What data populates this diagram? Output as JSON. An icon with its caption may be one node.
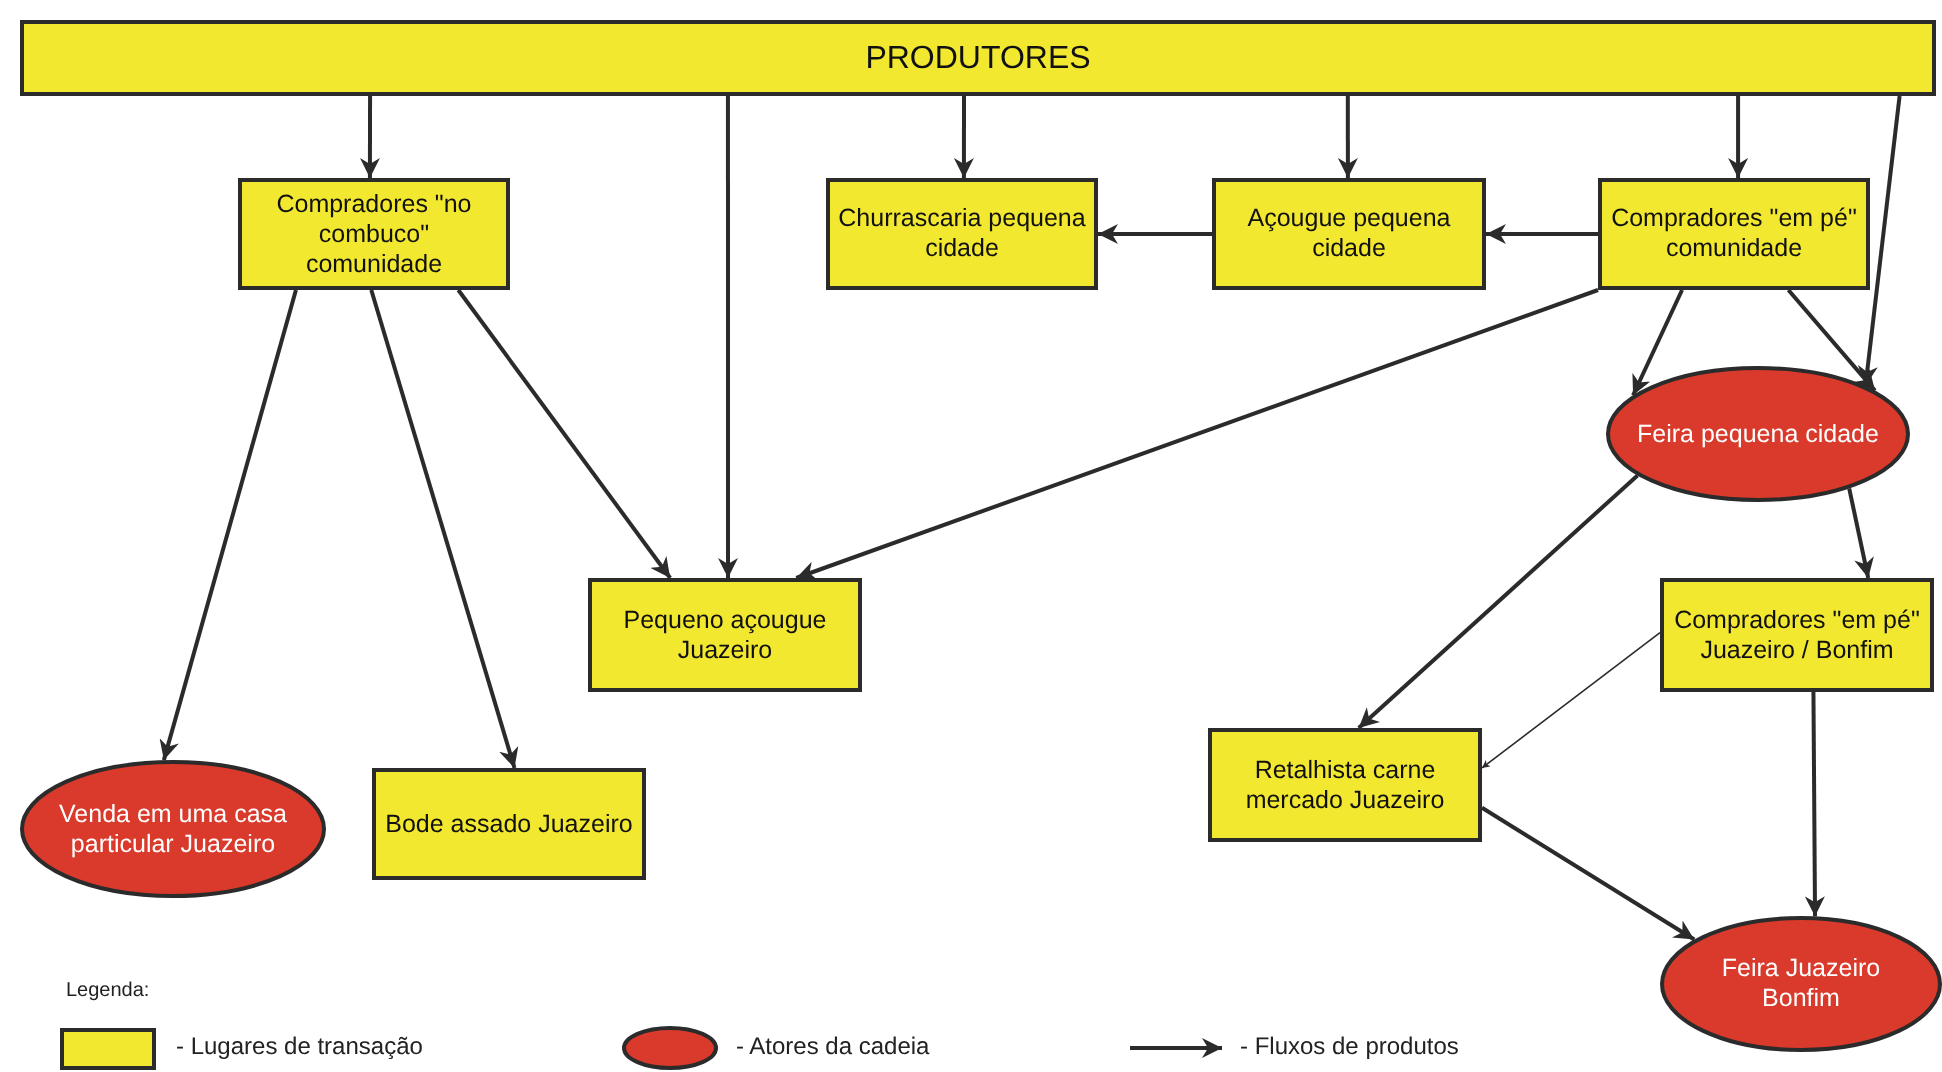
{
  "diagram": {
    "nodes": [
      {
        "text": [
          "PRODUTORES"
        ]
      },
      {
        "text": [
          "Compradores \"no combuco\" comunidade"
        ]
      },
      {
        "text": [
          "Churrascaria pequena cidade"
        ]
      },
      {
        "text": [
          "Açougue pequena cidade"
        ]
      },
      {
        "text": [
          "Compradores \"em pé\" comunidade"
        ]
      },
      {
        "text": [
          "Feira pequena cidade"
        ]
      },
      {
        "text": [
          "Pequeno açougue Juazeiro"
        ]
      },
      {
        "text": [
          "Compradores \"em pé\" Juazeiro / Bonfim"
        ]
      },
      {
        "text": [
          "Venda em uma casa particular Juazeiro"
        ]
      },
      {
        "text": [
          "Bode assado Juazeiro"
        ]
      },
      {
        "text": [
          "Retalhista carne mercado Juazeiro"
        ]
      },
      {
        "text": [
          "Feira Juazeiro Bonfim"
        ]
      }
    ],
    "edges": [
      {
        "from": 0,
        "to": 1,
        "arrow": "to"
      },
      {
        "from": 0,
        "to": 6,
        "arrow": "to"
      },
      {
        "from": 0,
        "to": 2,
        "arrow": "to"
      },
      {
        "from": 0,
        "to": 3,
        "arrow": "to"
      },
      {
        "from": 0,
        "to": 4,
        "arrow": "to"
      },
      {
        "from": 0,
        "to": 5,
        "arrow": "to"
      },
      {
        "from": 4,
        "to": 3,
        "arrow": "to"
      },
      {
        "from": 3,
        "to": 2,
        "arrow": "to"
      },
      {
        "from": 4,
        "to": 6,
        "arrow": "to"
      },
      {
        "from": 4,
        "to": 5,
        "arrow": "to"
      },
      {
        "from": 4,
        "to": 5,
        "arrow": "to"
      },
      {
        "from": 1,
        "to": 8,
        "arrow": "to"
      },
      {
        "from": 1,
        "to": 9,
        "arrow": "to"
      },
      {
        "from": 1,
        "to": 6,
        "arrow": "to"
      },
      {
        "from": 5,
        "to": 10,
        "arrow": "to"
      },
      {
        "from": 5,
        "to": 7,
        "arrow": "to"
      },
      {
        "from": 7,
        "to": 10,
        "arrow": "to"
      },
      {
        "from": 7,
        "to": 11,
        "arrow": "to"
      },
      {
        "from": 10,
        "to": 11,
        "arrow": "to"
      }
    ],
    "labels": [
      "Legenda:"
    ],
    "legend": [
      {
        "text": "- Lugares de transação",
        "color": "#f2e830"
      },
      {
        "text": "- Atores da cadeia",
        "color": "#d93a2b"
      },
      {
        "text": "- Fluxos de produtos"
      }
    ]
  }
}
